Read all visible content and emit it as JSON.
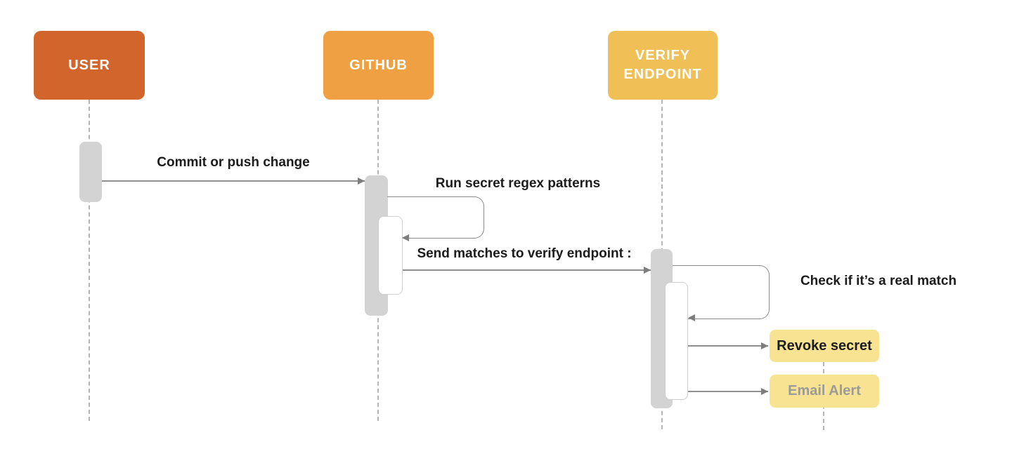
{
  "diagram_type": "sequence-diagram",
  "actors": [
    {
      "id": "user",
      "label": "USER"
    },
    {
      "id": "github",
      "label": "GITHUB"
    },
    {
      "id": "verify-endpoint",
      "label": "VERIFY ENDPOINT"
    }
  ],
  "messages": [
    {
      "from": "user",
      "to": "github",
      "label": "Commit or push change",
      "kind": "arrow"
    },
    {
      "from": "github",
      "to": "github",
      "label": "Run secret regex patterns",
      "kind": "self-loop"
    },
    {
      "from": "github",
      "to": "verify-endpoint",
      "label": "Send matches to verify endpoint :",
      "kind": "arrow"
    },
    {
      "from": "verify-endpoint",
      "to": "verify-endpoint",
      "label": "Check if it’s a real match",
      "kind": "self-loop"
    },
    {
      "from": "verify-endpoint",
      "to": "revoke-secret",
      "label": "",
      "kind": "arrow"
    },
    {
      "from": "verify-endpoint",
      "to": "email-alert",
      "label": "",
      "kind": "arrow"
    }
  ],
  "notes": [
    {
      "id": "revoke-secret",
      "label": "Revoke secret",
      "text_color": "#1c1c1c"
    },
    {
      "id": "email-alert",
      "label": "Email Alert",
      "text_color": "#9b9b97"
    }
  ],
  "colors": {
    "user_box": "#D2652C",
    "github_box": "#EFA042",
    "verify_box": "#F0BF55",
    "note_box": "#F7E391",
    "activation_fill": "#D3D3D3",
    "line": "#8A8A8A",
    "lifeline": "#B5B5B5"
  }
}
